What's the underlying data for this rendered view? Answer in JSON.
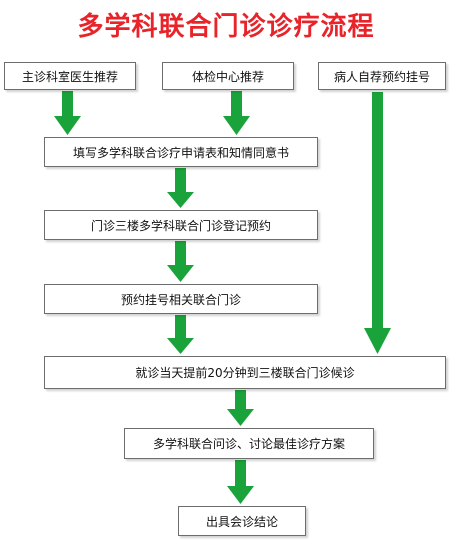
{
  "title": "多学科联合门诊诊疗流程",
  "arrow_color": "#1aa33a",
  "title_color": "#e8232a",
  "steps": {
    "primary_doctor": "主诊科室医生推荐",
    "health_center": "体检中心推荐",
    "self_booking": "病人自荐预约挂号",
    "fill_form": "填写多学科联合诊疗申请表和知情同意书",
    "register": "门诊三楼多学科联合门诊登记预约",
    "book": "预约挂号相关联合门诊",
    "arrive": "就诊当天提前20分钟到三楼联合门诊候诊",
    "consult": "多学科联合问诊、讨论最佳诊疗方案",
    "conclusion": "出具会诊结论"
  }
}
